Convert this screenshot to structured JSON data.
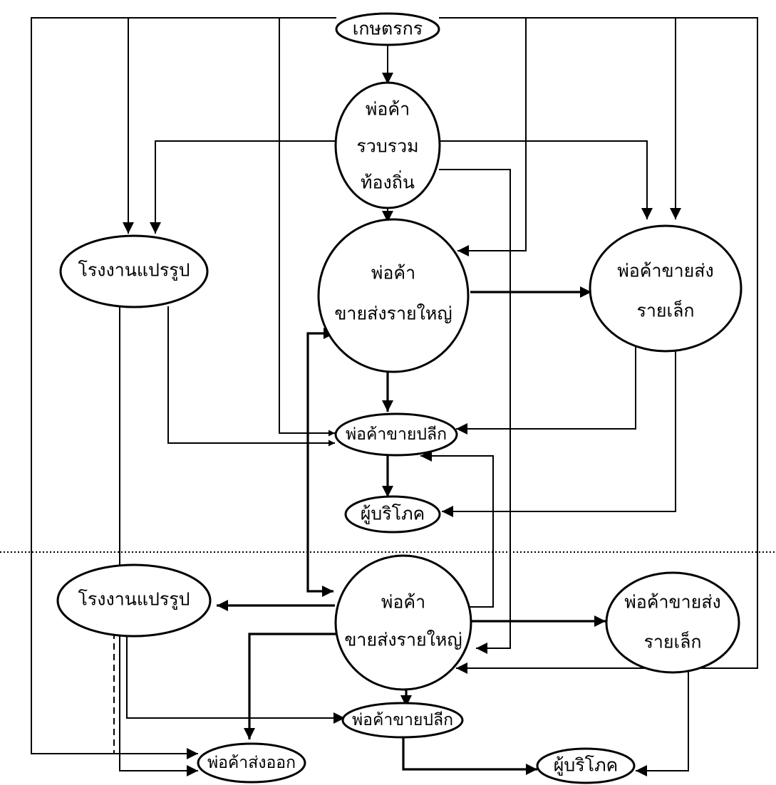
{
  "nodes": {
    "farmer": "เกษตรกร",
    "collector": [
      "พ่อค้า",
      "รวบรวม",
      "ท้องถิ่น"
    ],
    "processor_top": "โรงงานแปรรูป",
    "wholesaler_top": [
      "พ่อค้า",
      "ขายส่งรายใหญ่"
    ],
    "small_wholesaler_top": [
      "พ่อค้าขายส่ง",
      "รายเล็ก"
    ],
    "retailer_top": "พ่อค้าขายปลีก",
    "consumer_top": "ผู้บริโภค",
    "processor_bottom": "โรงงานแปรรูป",
    "wholesaler_bottom": [
      "พ่อค้า",
      "ขายส่งรายใหญ่"
    ],
    "small_wholesaler_bottom": [
      "พ่อค้าขายส่ง",
      "รายเล็ก"
    ],
    "retailer_bottom": "พ่อค้าขายปลีก",
    "exporter": "พ่อค้าส่งออก",
    "consumer_bottom": "ผู้บริโภค"
  }
}
